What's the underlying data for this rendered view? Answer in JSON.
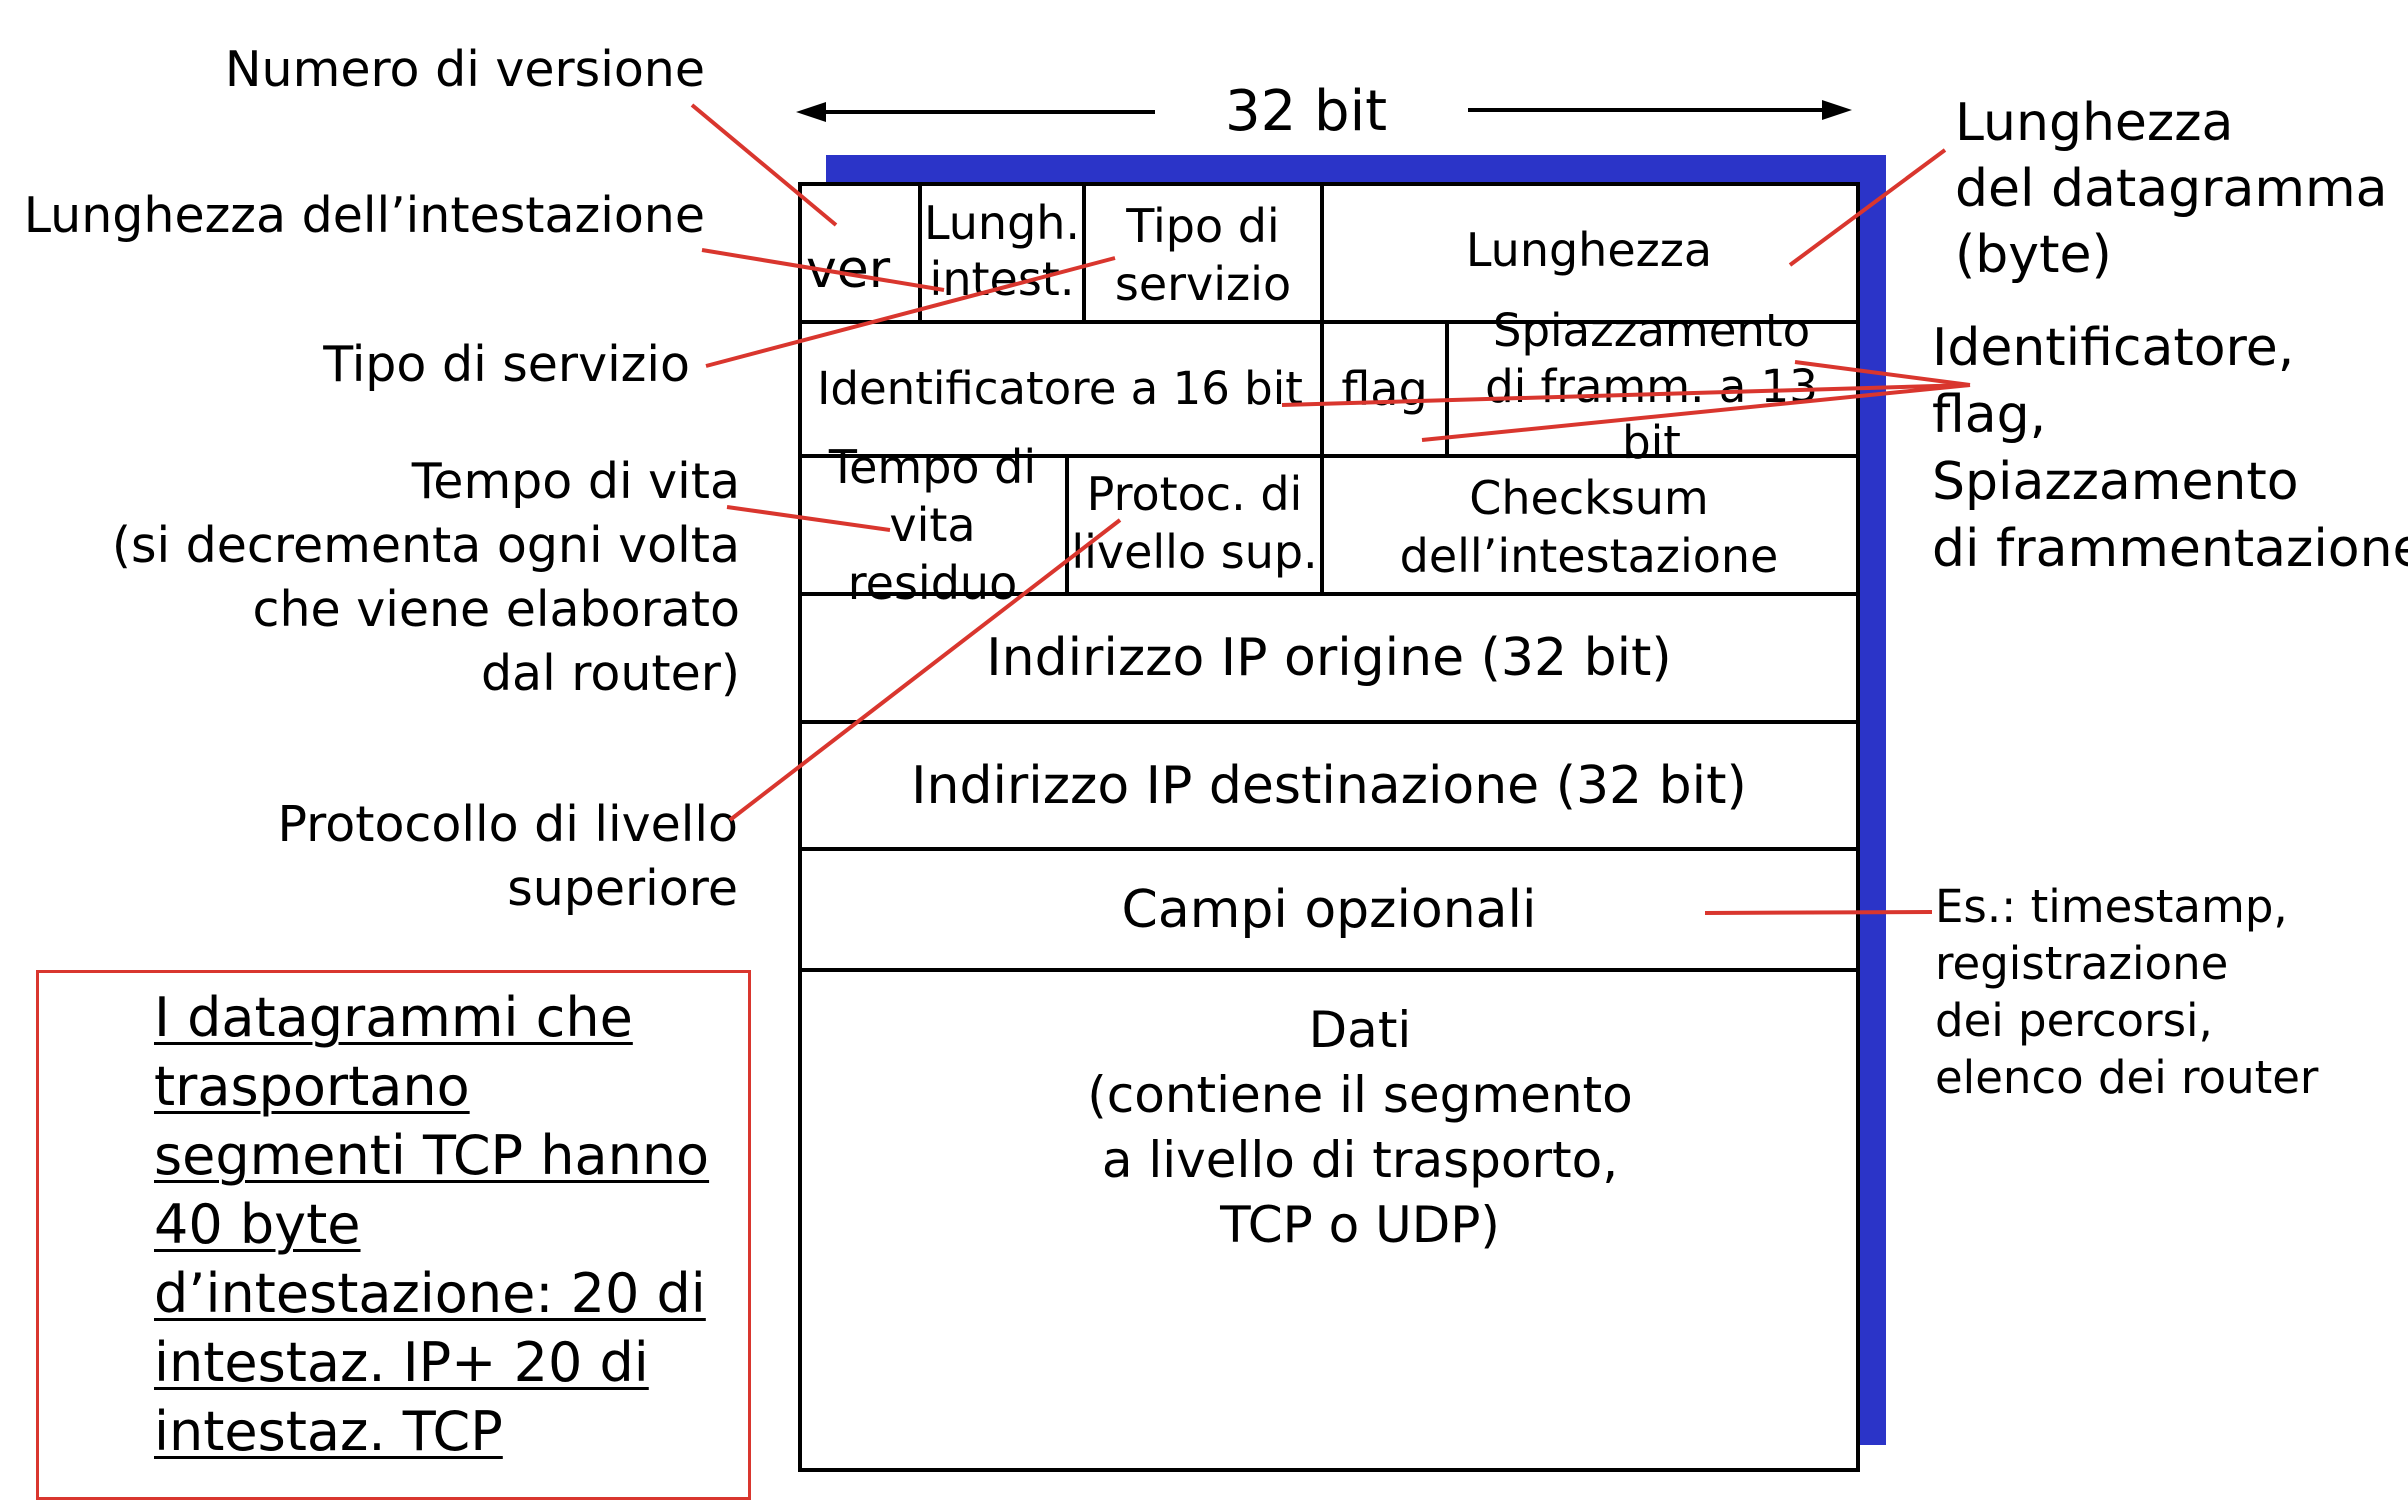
{
  "width_label": "32 bit",
  "header_fields": {
    "ver": "ver",
    "header_length": [
      "Lungh.",
      "intest."
    ],
    "service_type": [
      "Tipo di",
      "servizio"
    ],
    "length": "Lunghezza",
    "identifier": "Identificatore a 16 bit",
    "flag": "flag",
    "fragment_offset": [
      "Spiazzamento",
      "di framm. a 13 bit"
    ],
    "ttl": [
      "Tempo di",
      "vita residuo"
    ],
    "protocol": [
      "Protoc. di",
      "livello sup."
    ],
    "checksum": [
      "Checksum",
      "dell’intestazione"
    ],
    "source_ip": "Indirizzo IP origine (32 bit)",
    "dest_ip": "Indirizzo IP destinazione (32 bit)",
    "options": "Campi opzionali",
    "data": [
      "Dati",
      "(contiene il segmento",
      "a livello di trasporto,",
      "TCP o UDP)"
    ]
  },
  "annotations": {
    "version": "Numero di versione",
    "header_length": "Lunghezza dell’intestazione",
    "service_type": "Tipo di servizio",
    "ttl": [
      "Tempo di vita",
      "(si decrementa ogni volta",
      "che viene elaborato",
      "dal router)"
    ],
    "protocol": [
      "Protocollo di livello",
      "superiore"
    ],
    "datagram_length": [
      "Lunghezza",
      "del datagramma",
      "(byte)"
    ],
    "fragmentation": [
      "Identificatore,",
      "flag,",
      "Spiazzamento",
      "di frammentazione"
    ],
    "options_example": [
      "Es.: timestamp,",
      "registrazione",
      "dei percorsi,",
      "elenco dei router"
    ]
  },
  "note": [
    "I datagrammi che",
    "trasportano",
    "segmenti TCP hanno",
    "40 byte",
    "d’intestazione: 20 di",
    "intestaz. IP+ 20 di",
    "intestaz. TCP"
  ],
  "colors": {
    "pointer_line": "#d9362e",
    "shadow": "#2b34c8",
    "note_border": "#d9362e"
  }
}
